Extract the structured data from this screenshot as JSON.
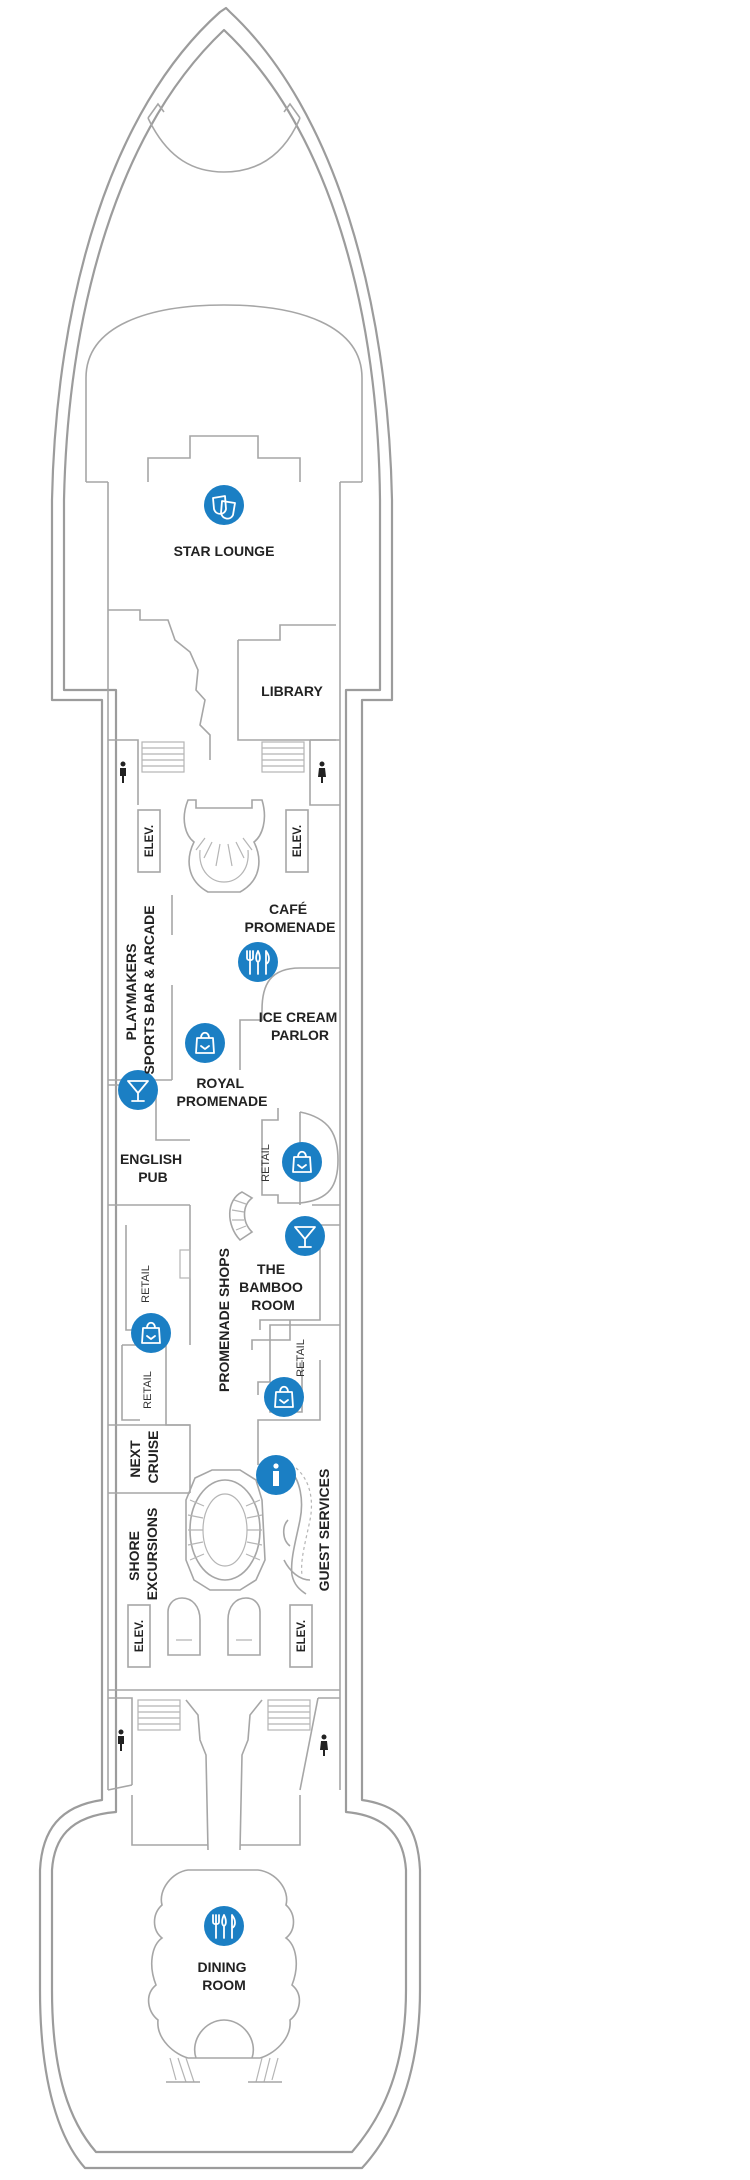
{
  "venues": {
    "star_lounge": "STAR LOUNGE",
    "library": "LIBRARY",
    "cafe_promenade": [
      "CAFÉ",
      "PROMENADE"
    ],
    "playmakers": [
      "PLAYMAKERS",
      "SPORTS BAR & ARCADE"
    ],
    "ice_cream_parlor": [
      "ICE CREAM",
      "PARLOR"
    ],
    "royal_promenade": [
      "ROYAL",
      "PROMENADE"
    ],
    "english_pub": [
      "ENGLISH",
      "PUB"
    ],
    "bamboo_room": [
      "THE",
      "BAMBOO",
      "ROOM"
    ],
    "promenade_shops": "PROMENADE SHOPS",
    "next_cruise": [
      "NEXT",
      "CRUISE"
    ],
    "shore_excursions": [
      "SHORE",
      "EXCURSIONS"
    ],
    "guest_services": "GUEST SERVICES",
    "dining_room": [
      "DINING",
      "ROOM"
    ]
  },
  "labels": {
    "retail": "RETAIL",
    "elev": "ELEV."
  },
  "icons": [
    {
      "name": "theater-masks-icon",
      "kind": "theater"
    },
    {
      "name": "restaurant-icon",
      "kind": "dining"
    },
    {
      "name": "shopping-bag-icon",
      "kind": "shop"
    },
    {
      "name": "cocktail-icon",
      "kind": "bar"
    },
    {
      "name": "information-icon",
      "kind": "info"
    },
    {
      "name": "restroom-icon",
      "kind": "restroom"
    }
  ],
  "colors": {
    "icon_fill": "#1b7fc4",
    "outline": "#9c9c9c",
    "text": "#222222"
  }
}
